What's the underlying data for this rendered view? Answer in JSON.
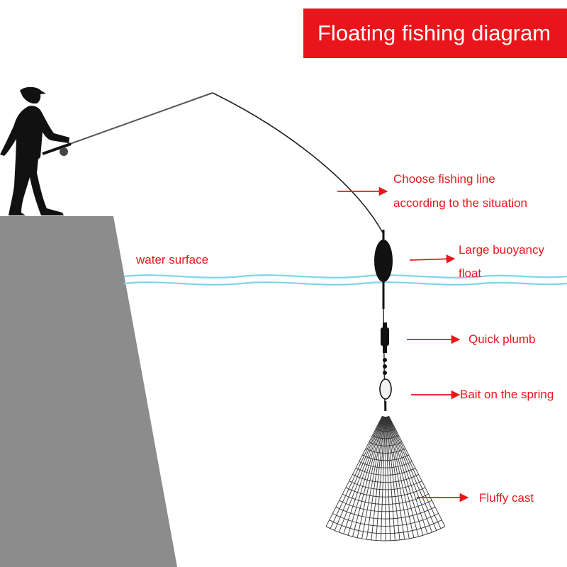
{
  "title": "Floating fishing diagram",
  "labels": {
    "water_surface": "water surface",
    "line_1": "Choose fishing line",
    "line_2": "according to the situation",
    "float_1": "Large buoyancy",
    "float_2": "float",
    "plumb": "Quick plumb",
    "bait": "Bait on the spring",
    "cast": "Fluffy cast"
  },
  "colors": {
    "accent": "#e8161b",
    "water": "#7fd3ec",
    "pier": "#8c8c8c",
    "silhouette": "#111111"
  }
}
